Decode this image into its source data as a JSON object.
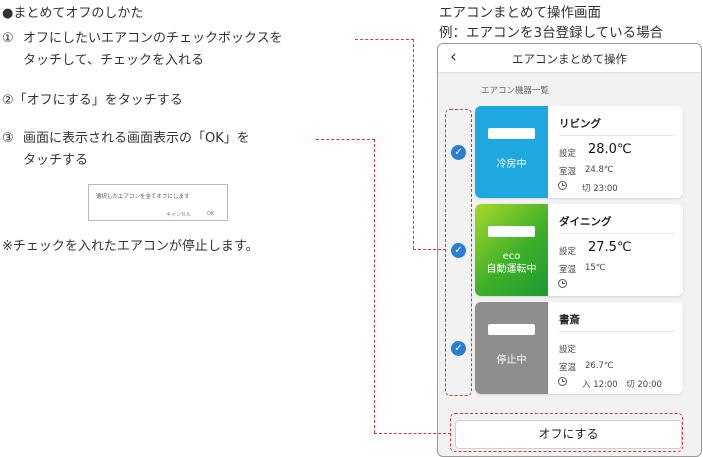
{
  "instructions": {
    "heading": "●まとめてオフのしかた",
    "step1_num": "①",
    "step1_line1": "オフにしたいエアコンのチェックボックスを",
    "step1_line2": "タッチして、チェックを入れる",
    "step2": "②「オフにする」をタッチする",
    "step3_num": "③",
    "step3_line1": "画面に表示される画面表示の「OK」を",
    "step3_line2": "タッチする",
    "dialog_message": "選択したエアコンを全てオフにします",
    "dialog_cancel": "キャンセル",
    "dialog_ok": "OK",
    "note": "※チェックを入れたエアコンが停止します。"
  },
  "caption": {
    "line1": "エアコンまとめて操作画面",
    "line2": "例：エアコンを3台登録している場合"
  },
  "screen": {
    "title": "エアコンまとめて操作",
    "back_icon": "chevron-left-icon",
    "section_label": "エアコン機器一覧",
    "set_label": "設定",
    "room_label": "室温",
    "devices": [
      {
        "name": "リビング",
        "status": "冷房中",
        "set_temp": "28.0℃",
        "room_temp": "24.8℃",
        "timer": "切 23:00",
        "checked": true,
        "color": "#1fa8e0"
      },
      {
        "name": "ダイニング",
        "status_line1": "eco",
        "status_line2": "自動運転中",
        "set_temp": "27.5℃",
        "room_temp": "15℃",
        "timer": "",
        "checked": true,
        "color": "#3fb028"
      },
      {
        "name": "書斎",
        "status": "停止中",
        "set_temp": "",
        "room_temp": "26.7℃",
        "timer": "入 12:00　切 20:00",
        "checked": true,
        "color": "#8e8e8e"
      }
    ],
    "off_button": "オフにする"
  },
  "colors": {
    "highlight": "#d63a3a",
    "check": "#2a7fd4"
  }
}
